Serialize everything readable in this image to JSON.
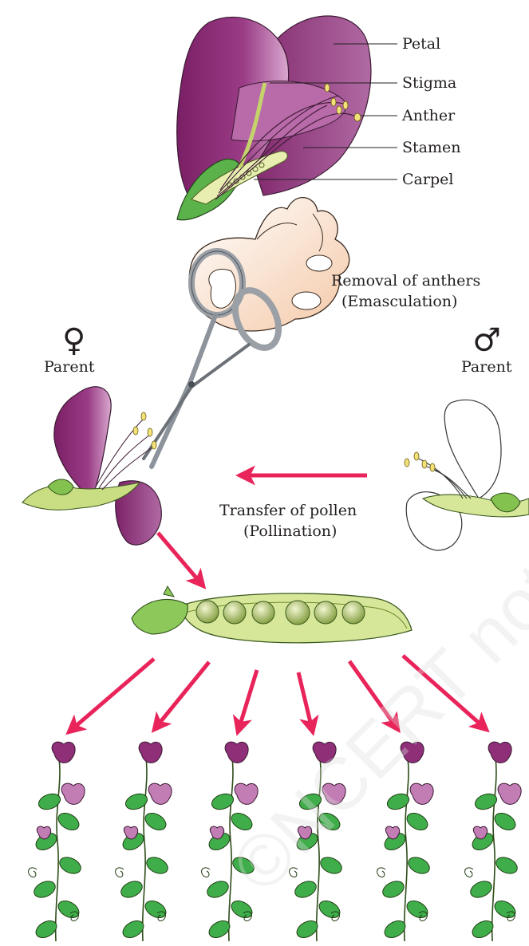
{
  "labels": {
    "petal": "Petal",
    "stigma": "Stigma",
    "anther": "Anther",
    "stamen": "Stamen",
    "carpel": "Carpel"
  },
  "steps": {
    "emasculation_line1": "Removal of anthers",
    "emasculation_line2": "(Emasculation)",
    "pollination_line1": "Transfer of pollen",
    "pollination_line2": "(Pollination)"
  },
  "parents": {
    "female_symbol": "♀",
    "female_label": "Parent",
    "male_symbol": "♂",
    "male_label": "Parent"
  },
  "watermark": "©NCERT not to be republished",
  "colors": {
    "petal_purple": "#8e2f78",
    "petal_light": "#c27db5",
    "leaf_green": "#3fae4a",
    "pod_green": "#d6e79a",
    "arrow_red": "#e8245a"
  }
}
